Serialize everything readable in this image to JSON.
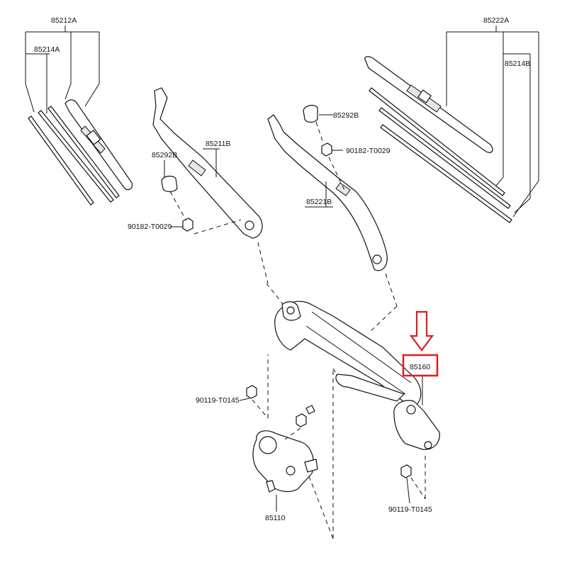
{
  "labels": {
    "p85212A": "85212A",
    "p85214A": "85214A",
    "p85222A": "85222A",
    "p85214B": "85214B",
    "p85292B_left": "85292B",
    "p85211B": "85211B",
    "p85292B_right": "85292B",
    "p90182_right": "90182-T0029",
    "p85221B": "85221B",
    "p90182_left": "90182-T0029",
    "p85160": "85160",
    "p90119_left": "90119-T0145",
    "p85110": "85110",
    "p90119_right": "90119-T0145"
  },
  "highlight": {
    "part": "85160",
    "color": "#e01b1b",
    "arrow": "down-arrow-icon"
  }
}
